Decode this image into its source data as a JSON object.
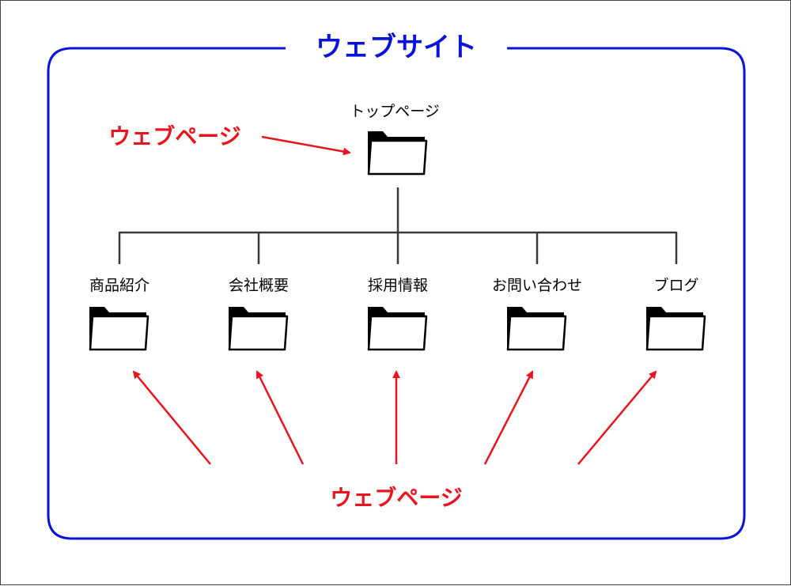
{
  "website_title": "ウェブサイト",
  "top_page": {
    "label": "トップページ"
  },
  "webpage_label_top": "ウェブページ",
  "webpage_label_bottom": "ウェブページ",
  "child_pages": [
    {
      "label": "商品紹介"
    },
    {
      "label": "会社概要"
    },
    {
      "label": "採用情報"
    },
    {
      "label": "お問い合わせ"
    },
    {
      "label": "ブログ"
    }
  ],
  "colors": {
    "frame": "#0a14d8",
    "title": "#0a14d8",
    "annotation": "#e8141e",
    "tree_lines": "#3a3a3a",
    "folder": "#000000"
  }
}
